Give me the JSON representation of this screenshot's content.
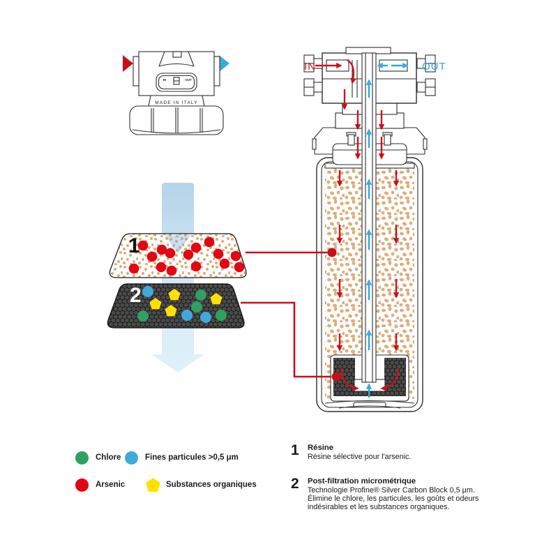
{
  "colors": {
    "red_arrow": "#c8141d",
    "red_particle": "#e30613",
    "callout_red": "#c8101c",
    "blue": "#29a8e0",
    "legend_blue": "#3fa9dc",
    "green": "#2ea05f",
    "yellow": "#ffe100",
    "resin_tan": "#dcae7d",
    "carbon_black": "#1d1d1b",
    "carbon_dot": "#4b4b4b",
    "flow_light_blue": "#b3d4e9",
    "ink": "#1a1a1a"
  },
  "head_unit": {
    "made_in_italy": "MADE IN ITALY",
    "plate_in": "IN",
    "plate_out": "OUT"
  },
  "cartridge": {
    "in_label": "IN",
    "out_label": "OUT"
  },
  "layers": {
    "one": "1",
    "two": "2"
  },
  "legend": {
    "items": [
      {
        "label": "Chlore",
        "shape": "circle",
        "color": "#2ea05f"
      },
      {
        "label": "Fines particules >0,5 μm",
        "shape": "circle",
        "color": "#3fa9dc"
      },
      {
        "label": "Arsenic",
        "shape": "circle",
        "color": "#e30613"
      },
      {
        "label": "Substances organiques",
        "shape": "pentagon",
        "color": "#ffe100"
      }
    ]
  },
  "notes": [
    {
      "number": "1",
      "title": "Résine",
      "lines": [
        "Résine sélective pour l'arsenic."
      ]
    },
    {
      "number": "2",
      "title": "Post-filtration micrométrique",
      "lines": [
        "Technologie Profine® Silver Carbon Block 0,5 μm.",
        "Élimine le chlore, les particules, les goûts et odeurs",
        "indésirables et les substances organiques."
      ]
    }
  ]
}
